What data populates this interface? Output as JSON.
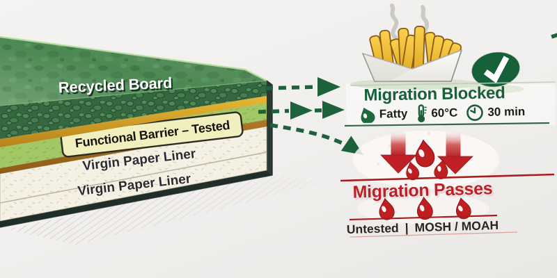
{
  "board": {
    "layer_recycled": "Recycled Board",
    "layer_barrier": "Functional Barrier – Tested",
    "layer_liner_top": "Virgin Paper Liner",
    "layer_liner_bottom": "Virgin Paper Liner"
  },
  "blocked_panel": {
    "title": "Migration Blocked",
    "status_icon": "green-checkmark",
    "conditions": [
      {
        "icon": "fatty-droplet-icon",
        "label": "Fatty"
      },
      {
        "icon": "thermometer-icon",
        "label": "60°C"
      },
      {
        "icon": "clock-icon",
        "label": "30 min"
      }
    ]
  },
  "passes_panel": {
    "title": "Migration Passes",
    "footer": {
      "left": "Untested",
      "separator": "|",
      "right": "MOSH / MOAH"
    }
  },
  "colors": {
    "arrow_green": "#1d623a",
    "badge_green": "#166138",
    "title_green": "#17603a",
    "red": "#bf2025",
    "red_line": "#a81e20",
    "board_green_top": "#4b8852",
    "barrier_green": "#a2c765",
    "gold": "#d3a02a",
    "cream": "#f4f1e4",
    "plate_yellow": "#f2efbe"
  }
}
